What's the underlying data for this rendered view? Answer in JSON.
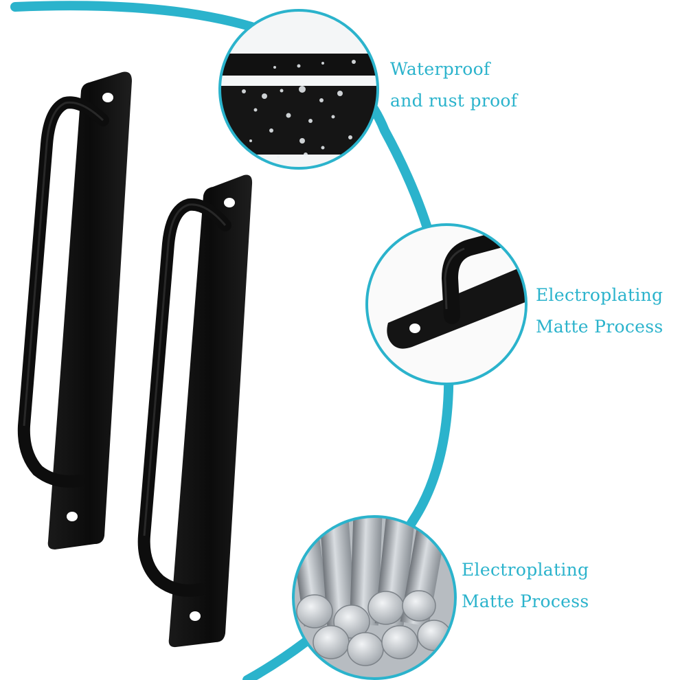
{
  "features": [
    {
      "line1": "Waterproof",
      "line2": "and rust proof",
      "icon": "water-droplets-closeup"
    },
    {
      "line1": "Electroplating",
      "line2": "Matte Process",
      "icon": "handle-plate-closeup"
    },
    {
      "line1": "Electroplating",
      "line2": "Matte Process",
      "icon": "metal-rods-closeup"
    }
  ],
  "colors": {
    "accent": "#2bb3cc",
    "handle": "#0d0d0d",
    "background": "#ffffff"
  }
}
